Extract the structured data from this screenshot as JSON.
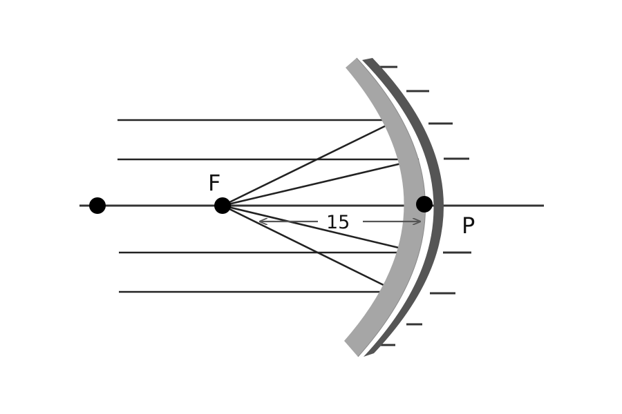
{
  "diagram": {
    "labels": {
      "focus": "F",
      "pole": "P",
      "distance": "15"
    },
    "colors": {
      "line": "#222222",
      "mirror_face": "#a6a6a6",
      "mirror_back": "#555555",
      "arrow": "#555555",
      "point": "#000000"
    }
  }
}
